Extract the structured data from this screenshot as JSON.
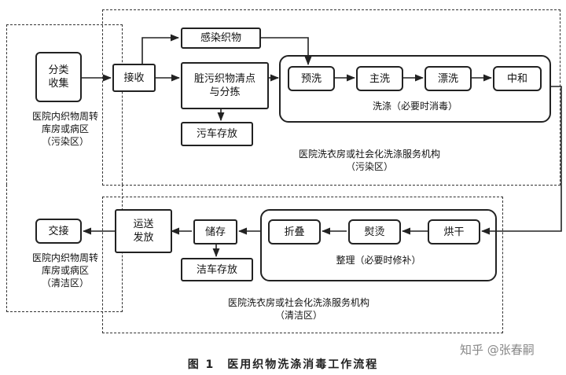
{
  "zones": {
    "ward_dirty": "医院内织物周转\n库房或病区\n（污染区）",
    "ward_clean": "医院内织物周转\n库房或病区\n（清洁区）",
    "laundry_dirty": "医院洗衣房或社会化洗涤服务机构\n（污染区）",
    "laundry_clean": "医院洗衣房或社会化洗涤服务机构\n（清洁区）"
  },
  "nodes": {
    "collect": "分类\n收集",
    "receive": "接收",
    "infected": "感染织物",
    "sort": "脏污织物清点\n与分拣",
    "dirty_cart": "污车存放",
    "prewash": "预洗",
    "mainwash": "主洗",
    "rinse": "漂洗",
    "neutralize": "中和",
    "dry": "烘干",
    "iron": "熨烫",
    "fold": "折叠",
    "store": "储存",
    "clean_cart": "洁车存放",
    "deliver": "运送\n发放",
    "handover": "交接"
  },
  "groups": {
    "washing": "洗涤（必要时消毒）",
    "finishing": "整理（必要时修补）"
  },
  "caption": "图 1　医用织物洗涤消毒工作流程",
  "watermark": "知乎 @张春嗣"
}
